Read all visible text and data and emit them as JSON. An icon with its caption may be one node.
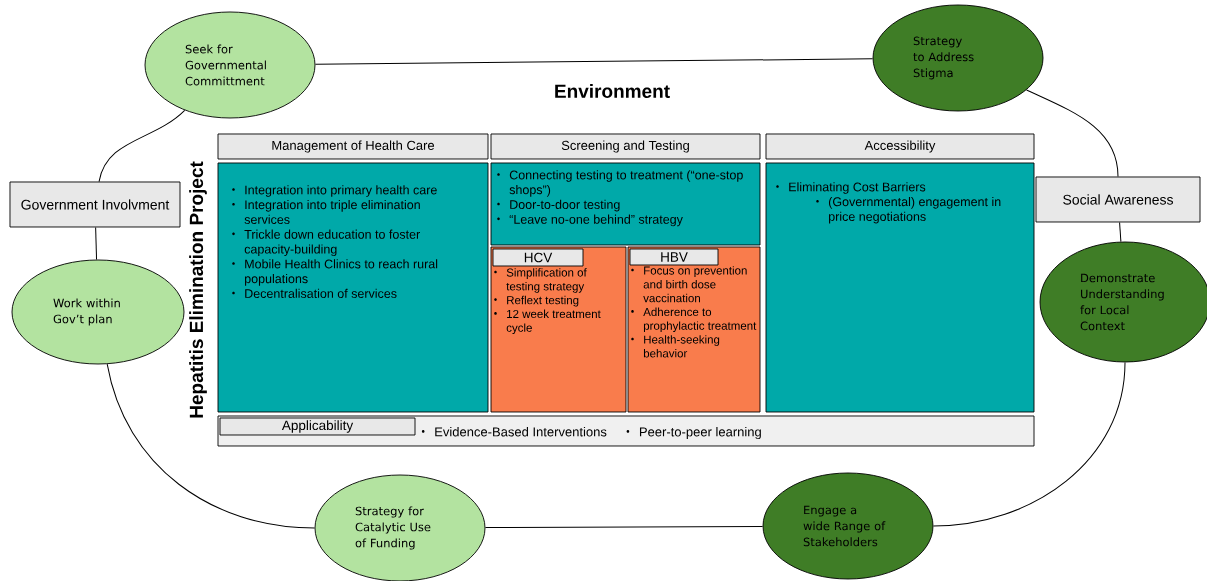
{
  "diagram": {
    "nodes": [
      {
        "text": [
          "Seek for Governmental Committment"
        ]
      },
      {
        "text": [
          "Strategy to Address Stigma"
        ]
      },
      {
        "text": [
          "Government Involvment"
        ]
      },
      {
        "text": [
          "Social Awareness"
        ]
      },
      {
        "text": [
          "Work within Gov’t plan"
        ]
      },
      {
        "text": [
          "Demonstrate Understanding for Local Context"
        ]
      },
      {
        "text": [
          "Strategy for Catalytic Use of Funding"
        ]
      },
      {
        "text": [
          "Engage a wide Range of Stakeholders"
        ]
      },
      {
        "text": [
          "Management of Health Care"
        ]
      },
      {
        "text": [
          "Integration into primary health care",
          "Integration into triple elimination services",
          "Trickle down education to foster capacity-building",
          "Mobile Health Clinics to reach rural populations",
          "Decentralisation of services"
        ]
      },
      {
        "text": [
          "Screening and Testing"
        ]
      },
      {
        "text": [
          "Connecting testing to treatment (“one-stop shops”)",
          "Door-to-door testing",
          "“Leave no-one behind” strategy"
        ]
      },
      {
        "text": [
          "Simplification of testing strategy",
          "Reflext testing",
          "12 week treatment cycle"
        ]
      },
      {
        "text": [
          "HCV"
        ],
        "in": 12
      },
      {
        "text": [
          "Focus on prevention and birth dose vaccination",
          "Adherence to prophylactic treatment",
          "Health-seeking behavior"
        ]
      },
      {
        "text": [
          "HBV"
        ],
        "in": 14
      },
      {
        "text": [
          "Accessibility"
        ]
      },
      {
        "text": [
          "Eliminating Cost Barriers",
          "(Governmental) engagement in price negotiations"
        ]
      },
      {
        "text": [
          "Evidence-Based Interventions",
          "Peer-to-peer learning"
        ]
      },
      {
        "text": [
          "Applicability"
        ],
        "in": 18
      }
    ],
    "edges": [
      {
        "from": 0,
        "to": 1,
        "arrow": "none"
      },
      {
        "from": 1,
        "to": 3,
        "arrow": "none"
      },
      {
        "from": 3,
        "to": 5,
        "arrow": "none"
      },
      {
        "from": 5,
        "to": 7,
        "arrow": "none"
      },
      {
        "from": 7,
        "to": 6,
        "arrow": "none"
      },
      {
        "from": 6,
        "to": 4,
        "arrow": "none"
      },
      {
        "from": 4,
        "to": 2,
        "arrow": "none"
      },
      {
        "from": 2,
        "to": 0,
        "arrow": "none"
      }
    ],
    "labels": [
      "Environment",
      "Hepatitis Elimination Project"
    ]
  }
}
